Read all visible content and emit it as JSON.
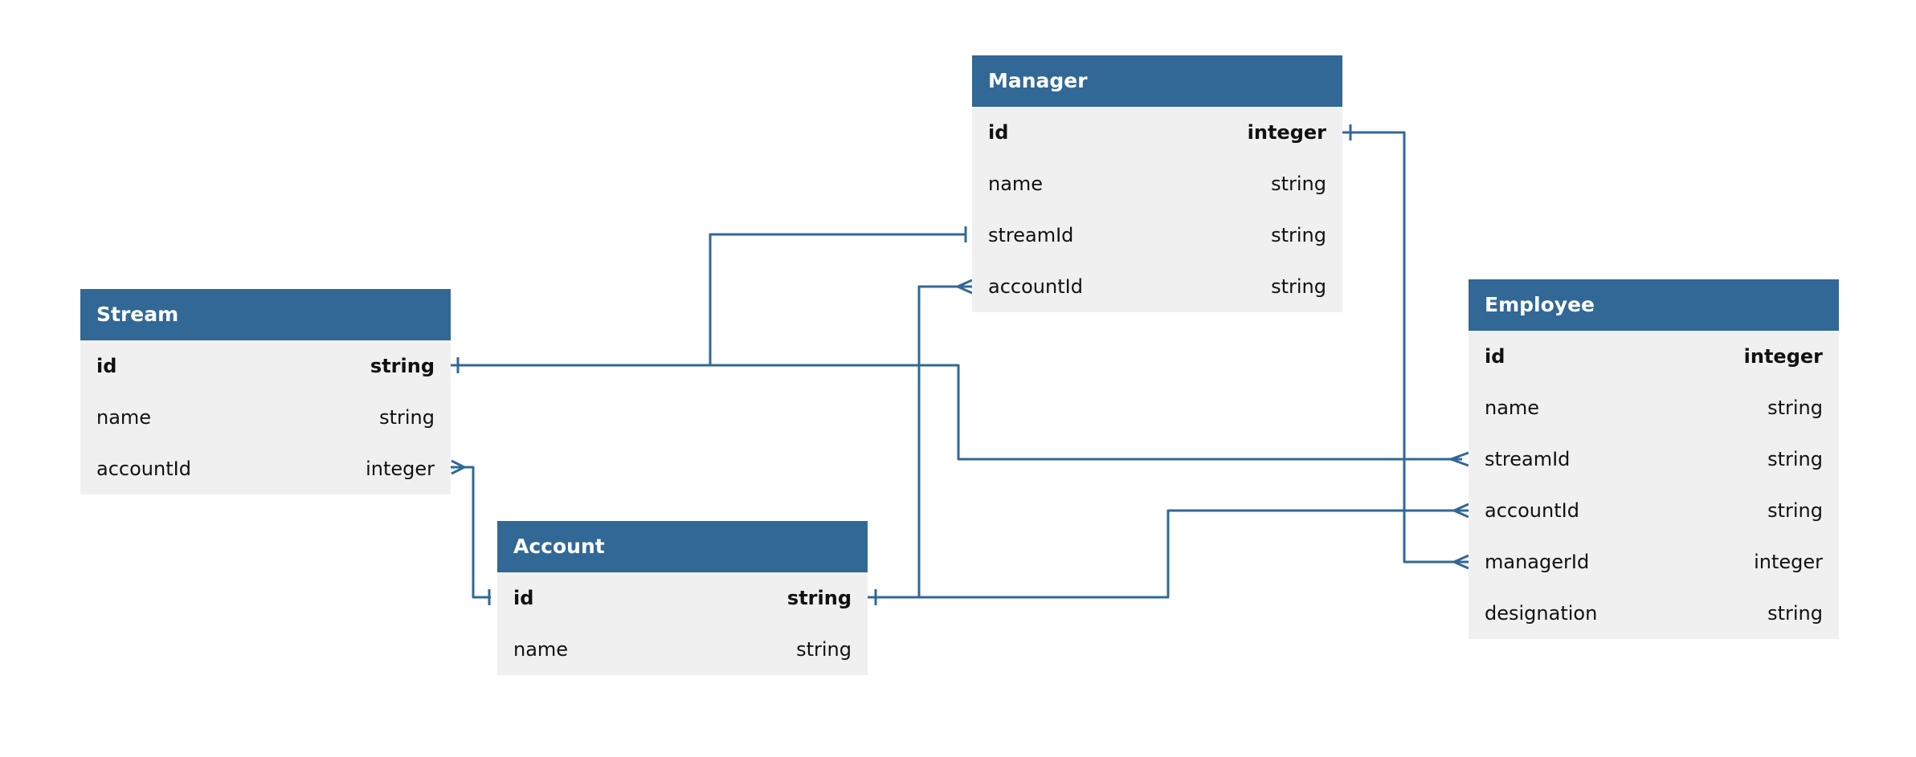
{
  "colors": {
    "header": "#316896",
    "body": "#f0f0f0",
    "connector": "#316896"
  },
  "entities": {
    "manager": {
      "title": "Manager",
      "fields": [
        {
          "name": "id",
          "type": "integer"
        },
        {
          "name": "name",
          "type": "string"
        },
        {
          "name": "streamId",
          "type": "string"
        },
        {
          "name": "accountId",
          "type": "string"
        }
      ]
    },
    "stream": {
      "title": "Stream",
      "fields": [
        {
          "name": "id",
          "type": "string"
        },
        {
          "name": "name",
          "type": "string"
        },
        {
          "name": "accountId",
          "type": "integer"
        }
      ]
    },
    "account": {
      "title": "Account",
      "fields": [
        {
          "name": "id",
          "type": "string"
        },
        {
          "name": "name",
          "type": "string"
        }
      ]
    },
    "employee": {
      "title": "Employee",
      "fields": [
        {
          "name": "id",
          "type": "integer"
        },
        {
          "name": "name",
          "type": "string"
        },
        {
          "name": "streamId",
          "type": "string"
        },
        {
          "name": "accountId",
          "type": "string"
        },
        {
          "name": "managerId",
          "type": "integer"
        },
        {
          "name": "designation",
          "type": "string"
        }
      ]
    }
  },
  "relationships": [
    {
      "from": "Stream.id",
      "to": "Manager.streamId",
      "from_end": "one",
      "to_end": "one"
    },
    {
      "from": "Stream.id",
      "to": "Employee.streamId",
      "from_end": "one",
      "to_end": "many"
    },
    {
      "from": "Account.id",
      "to": "Stream.accountId",
      "from_end": "one",
      "to_end": "many"
    },
    {
      "from": "Account.id",
      "to": "Manager.accountId",
      "from_end": "one",
      "to_end": "many"
    },
    {
      "from": "Account.id",
      "to": "Employee.accountId",
      "from_end": "one",
      "to_end": "many"
    },
    {
      "from": "Manager.id",
      "to": "Employee.managerId",
      "from_end": "one",
      "to_end": "many"
    }
  ]
}
